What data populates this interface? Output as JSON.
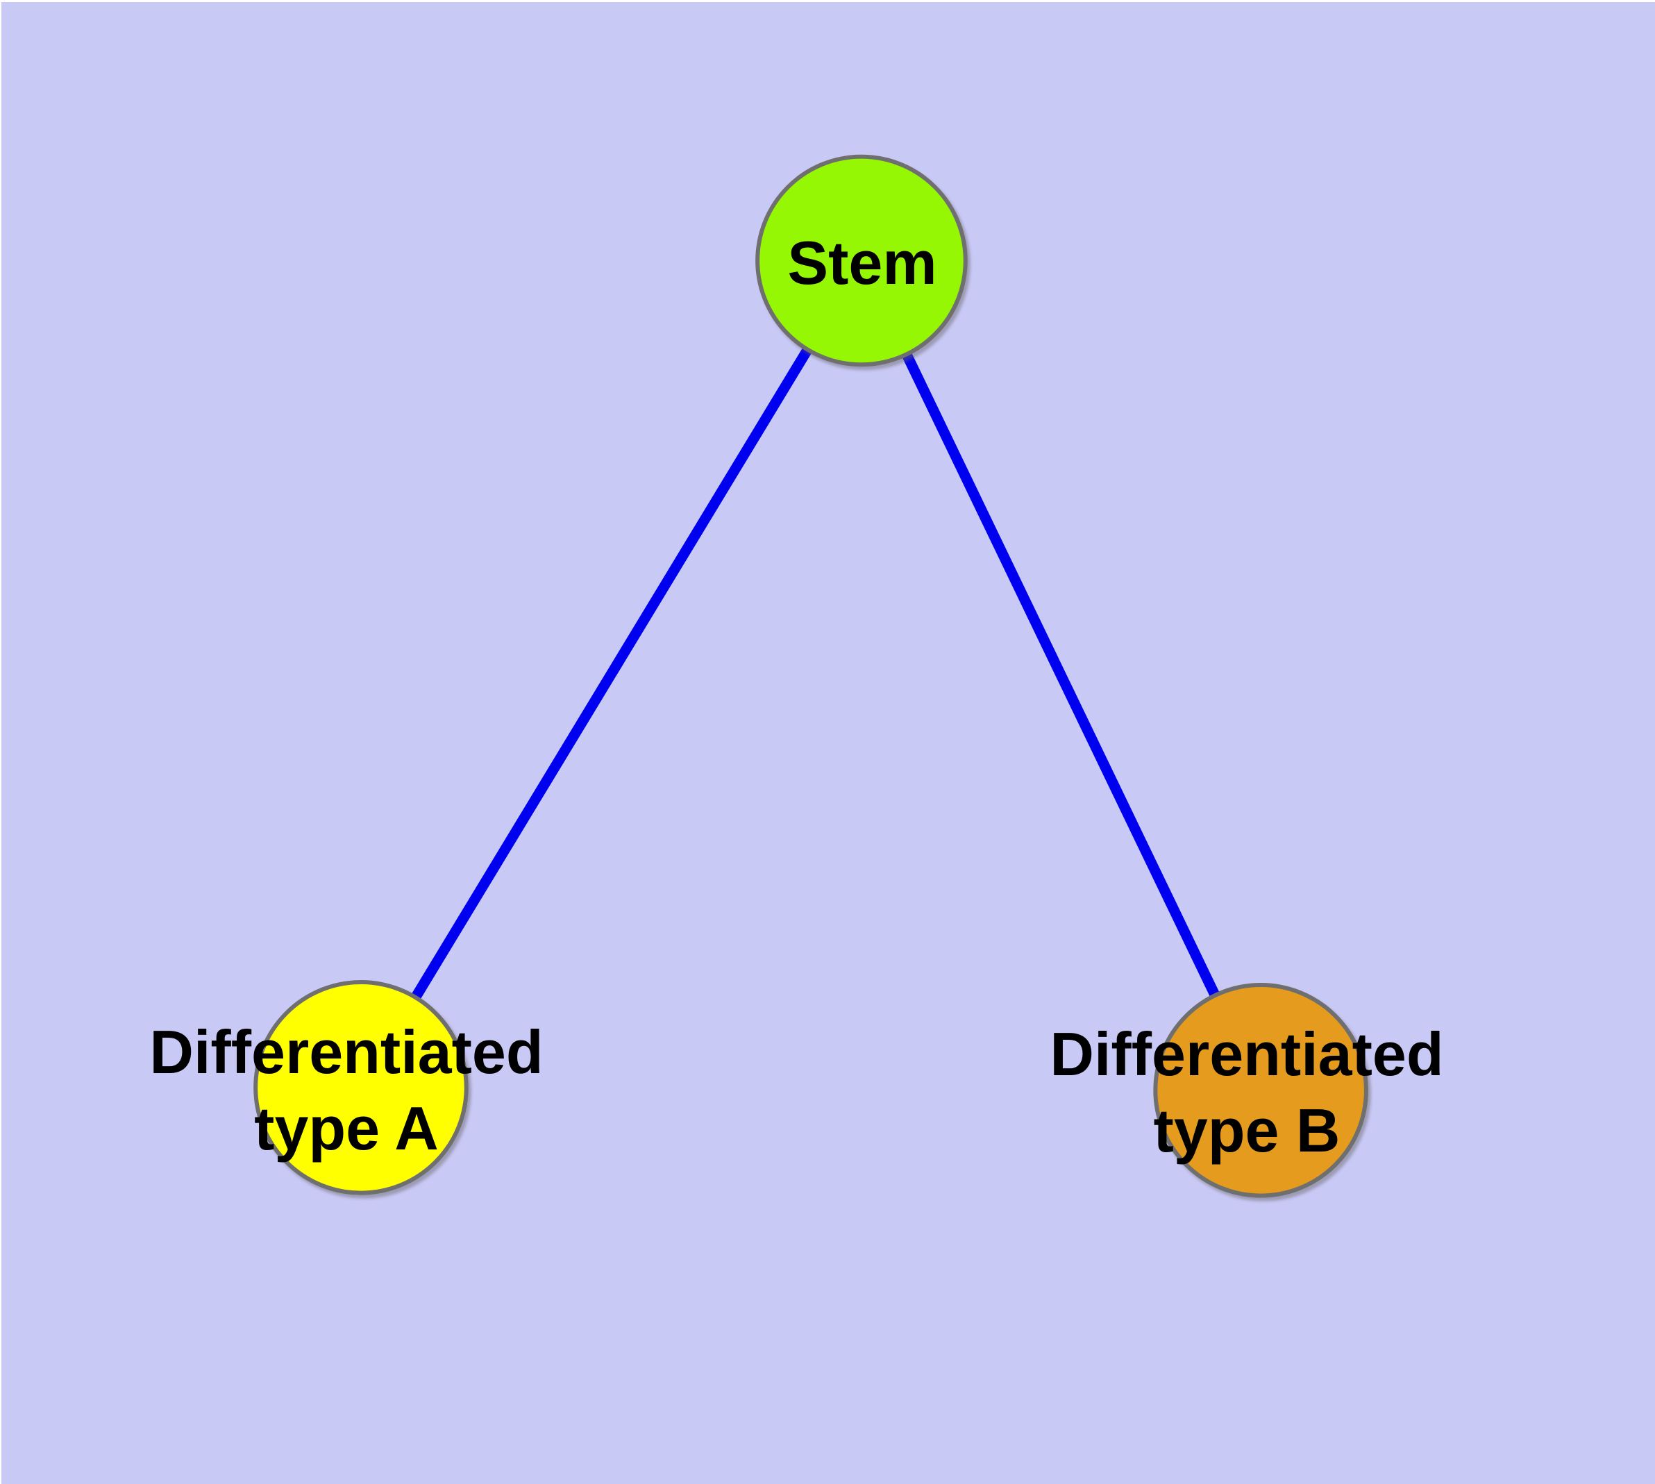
{
  "diagram": {
    "type": "node-link-graph",
    "background_color": "#C9C9F6",
    "edge_color": "#0000F0",
    "node_border_color": "#6F6F6F",
    "label_color": "#000000",
    "nodes": [
      {
        "id": "stem",
        "label": "Stem",
        "fill_color": "#96F705"
      },
      {
        "id": "diff-a",
        "label": "Differentiated\ntype A",
        "fill_color": "#FFFF00"
      },
      {
        "id": "diff-b",
        "label": "Differentiated\ntype B",
        "fill_color": "#E49B1E"
      }
    ],
    "edges": [
      {
        "from": "Stem",
        "to": "Differentiated type A"
      },
      {
        "from": "Stem",
        "to": "Differentiated type B"
      }
    ]
  }
}
